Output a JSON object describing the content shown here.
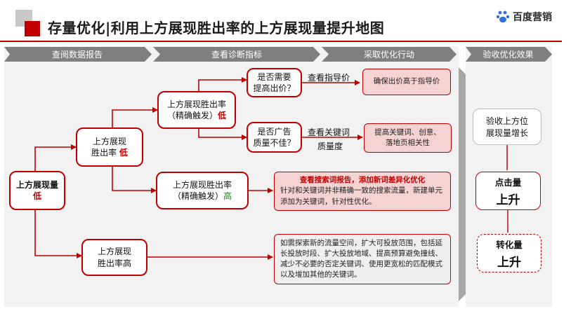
{
  "header": {
    "title": "存量优化|利用上方展现胜出率的上方展现量提升地图",
    "brand": "百度营销"
  },
  "steps": [
    {
      "label": "查阅数据报告"
    },
    {
      "label": "查看诊断指标"
    },
    {
      "label": "采取优化行动"
    },
    {
      "label": "验收优化效果"
    }
  ],
  "nodes": {
    "root": {
      "line1": "上方展现量",
      "line2": "低"
    },
    "rate_low": {
      "line1": "上方展现",
      "line2a": "胜出率",
      "line2b": "低"
    },
    "rate_high": {
      "line1": "上方展现",
      "line2": "胜出率高"
    },
    "precise_low": {
      "line1": "上方展现胜出率",
      "line2a": "（精确触发）",
      "line2b": "低"
    },
    "broad_high": {
      "line1": "上方展现胜出率",
      "line2a": "（精确触发）",
      "line2b": "高"
    }
  },
  "questions": {
    "q1": {
      "line1": "是否需要",
      "line2": "提高出价？"
    },
    "q2": {
      "line1": "是否广告",
      "line2": "质量不佳？"
    }
  },
  "diagnostics": {
    "d1": "查看指导价",
    "d2_line1": "查看关键词",
    "d2_line2": "质量度"
  },
  "actions": {
    "a1": "确保出价高于指导价",
    "a2_line1": "提高关键词、创意、",
    "a2_line2": "落地页相关性",
    "a3_title": "查看搜索词报告，添加新词差异化优化",
    "a3_body": "针对和关键词并非精确一致的搜索流量，新建单元添加为关键词，针对性优化。",
    "a4_body": "如需探索新的流量空间，扩大可投放范围，包括延长投放时段、扩大投放地域、提高预算避免撞线、减少不必要的否定关键词、使用更宽松的匹配模式以及增加其他的关键词。"
  },
  "results": {
    "r1_line1": "验收上方位",
    "r1_line2": "展现量增长",
    "r2_small": "点击量",
    "r2_big": "上升",
    "r3_small": "转化量",
    "r3_big": "上升"
  },
  "colors": {
    "accent": "#c00000",
    "chevron": "#7f7f7f",
    "panel": "#f2f2f2",
    "action_fill": "#f6d3d3",
    "green_text": "#1a8a1a"
  }
}
